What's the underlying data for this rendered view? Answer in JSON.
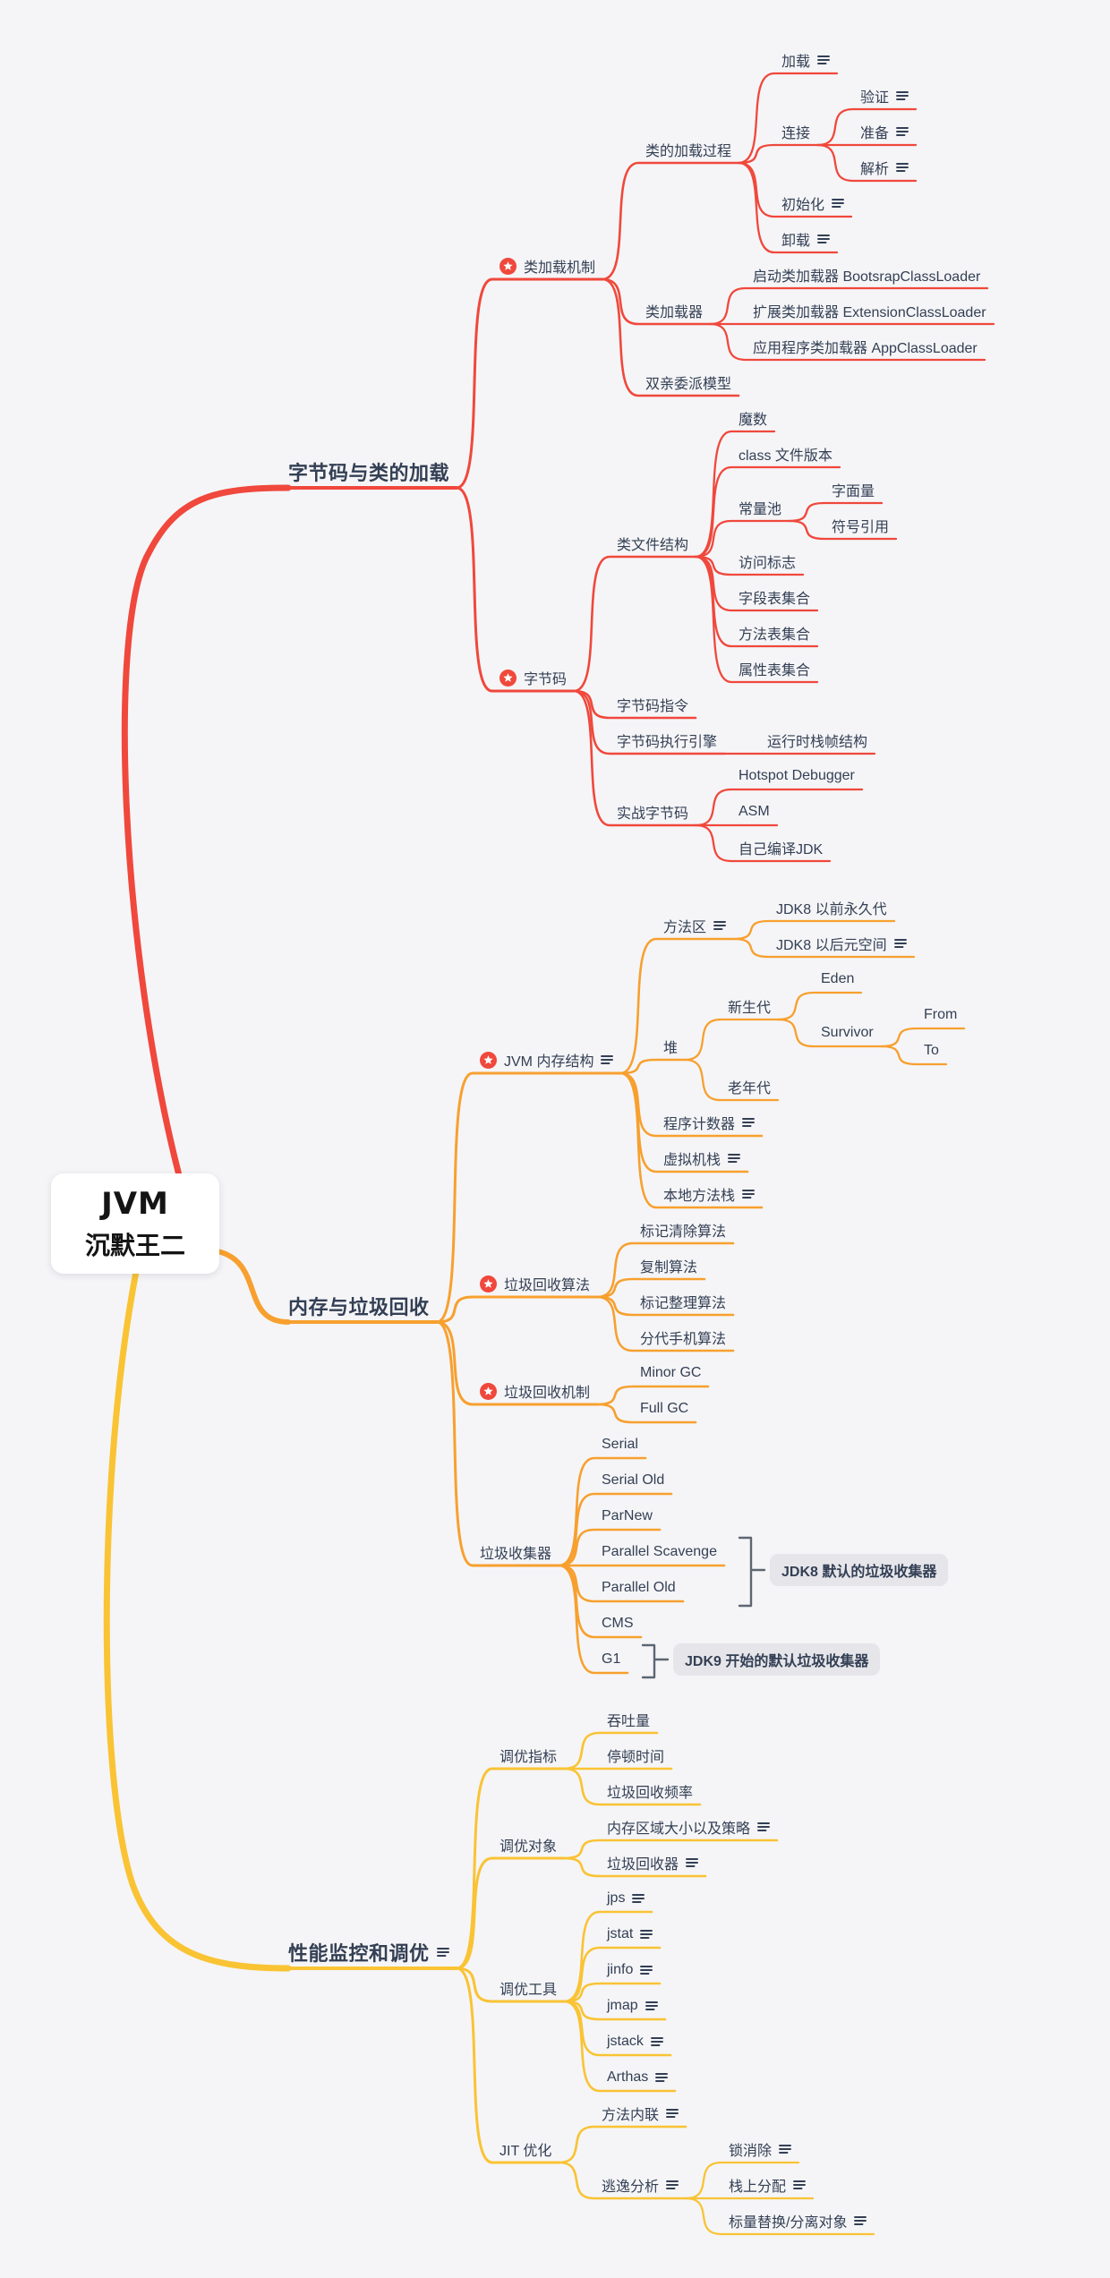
{
  "root": {
    "line1": "JVM",
    "line2": "沉默王二"
  },
  "colors": {
    "red": "#f0483c",
    "orange": "#f7a02f",
    "yellow": "#f9c334",
    "text": "#333f54",
    "star_badge": "#f0483c",
    "annotation_bg": "#e6e6ea",
    "bracket": "#5d6672",
    "background": "#f5f5f7"
  },
  "branches": [
    {
      "label": "字节码与类的加载",
      "color_key": "red",
      "children": [
        {
          "label": "类加载机制",
          "star": true,
          "children": [
            {
              "label": "类的加载过程",
              "children": [
                {
                  "label": "加载",
                  "note": true
                },
                {
                  "label": "连接",
                  "children": [
                    {
                      "label": "验证",
                      "note": true
                    },
                    {
                      "label": "准备",
                      "note": true
                    },
                    {
                      "label": "解析",
                      "note": true
                    }
                  ]
                },
                {
                  "label": "初始化",
                  "note": true
                },
                {
                  "label": "卸载",
                  "note": true
                }
              ]
            },
            {
              "label": "类加载器",
              "children": [
                {
                  "label": "启动类加载器 BootsrapClassLoader"
                },
                {
                  "label": "扩展类加载器 ExtensionClassLoader"
                },
                {
                  "label": "应用程序类加载器 AppClassLoader"
                }
              ]
            },
            {
              "label": "双亲委派模型"
            }
          ]
        },
        {
          "label": "字节码",
          "star": true,
          "children": [
            {
              "label": "类文件结构",
              "children": [
                {
                  "label": "魔数"
                },
                {
                  "label": "class 文件版本"
                },
                {
                  "label": "常量池",
                  "children": [
                    {
                      "label": "字面量"
                    },
                    {
                      "label": "符号引用"
                    }
                  ]
                },
                {
                  "label": "访问标志"
                },
                {
                  "label": "字段表集合"
                },
                {
                  "label": "方法表集合"
                },
                {
                  "label": "属性表集合"
                }
              ]
            },
            {
              "label": "字节码指令"
            },
            {
              "label": "字节码执行引擎",
              "children": [
                {
                  "label": "运行时栈帧结构"
                }
              ]
            },
            {
              "label": "实战字节码",
              "children": [
                {
                  "label": "Hotspot Debugger"
                },
                {
                  "label": "ASM"
                },
                {
                  "label": "自己编译JDK"
                }
              ]
            }
          ]
        }
      ]
    },
    {
      "label": "内存与垃圾回收",
      "color_key": "orange",
      "children": [
        {
          "label": "JVM 内存结构",
          "star": true,
          "note": true,
          "children": [
            {
              "label": "方法区",
              "note": true,
              "children": [
                {
                  "label": "JDK8 以前永久代"
                },
                {
                  "label": "JDK8 以后元空间",
                  "note": true
                }
              ]
            },
            {
              "label": "堆",
              "children": [
                {
                  "label": "新生代",
                  "children": [
                    {
                      "label": "Eden"
                    },
                    {
                      "label": "Survivor",
                      "children": [
                        {
                          "label": "From"
                        },
                        {
                          "label": "To"
                        }
                      ]
                    }
                  ]
                },
                {
                  "label": "老年代"
                }
              ]
            },
            {
              "label": "程序计数器",
              "note": true
            },
            {
              "label": "虚拟机栈",
              "note": true
            },
            {
              "label": "本地方法栈",
              "note": true
            }
          ]
        },
        {
          "label": "垃圾回收算法",
          "star": true,
          "children": [
            {
              "label": "标记清除算法"
            },
            {
              "label": "复制算法"
            },
            {
              "label": "标记整理算法"
            },
            {
              "label": "分代手机算法"
            }
          ]
        },
        {
          "label": "垃圾回收机制",
          "star": true,
          "children": [
            {
              "label": "Minor GC"
            },
            {
              "label": "Full GC"
            }
          ]
        },
        {
          "label": "垃圾收集器",
          "children": [
            {
              "label": "Serial"
            },
            {
              "label": "Serial Old"
            },
            {
              "label": "ParNew"
            },
            {
              "label": "Parallel Scavenge"
            },
            {
              "label": "Parallel Old"
            },
            {
              "label": "CMS"
            },
            {
              "label": "G1"
            }
          ]
        }
      ]
    },
    {
      "label": "性能监控和调优",
      "note": true,
      "color_key": "yellow",
      "children": [
        {
          "label": "调优指标",
          "children": [
            {
              "label": "吞吐量"
            },
            {
              "label": "停顿时间"
            },
            {
              "label": "垃圾回收频率"
            }
          ]
        },
        {
          "label": "调优对象",
          "children": [
            {
              "label": "内存区域大小以及策略",
              "note": true
            },
            {
              "label": "垃圾回收器",
              "note": true
            }
          ]
        },
        {
          "label": "调优工具",
          "children": [
            {
              "label": "jps",
              "note": true
            },
            {
              "label": "jstat",
              "note": true
            },
            {
              "label": "jinfo",
              "note": true
            },
            {
              "label": "jmap",
              "note": true
            },
            {
              "label": "jstack",
              "note": true
            },
            {
              "label": "Arthas",
              "note": true
            }
          ]
        },
        {
          "label": "JIT 优化",
          "children": [
            {
              "label": "方法内联",
              "note": true
            },
            {
              "label": "逃逸分析",
              "note": true,
              "children": [
                {
                  "label": "锁消除",
                  "note": true
                },
                {
                  "label": "栈上分配",
                  "note": true
                },
                {
                  "label": "标量替换/分离对象",
                  "note": true
                }
              ]
            }
          ]
        }
      ]
    }
  ],
  "annotations": [
    {
      "label": "JDK8 默认的垃圾收集器",
      "targets": [
        "Parallel Scavenge",
        "Parallel Old"
      ]
    },
    {
      "label": "JDK9 开始的默认垃圾收集器",
      "targets": [
        "G1"
      ]
    }
  ]
}
